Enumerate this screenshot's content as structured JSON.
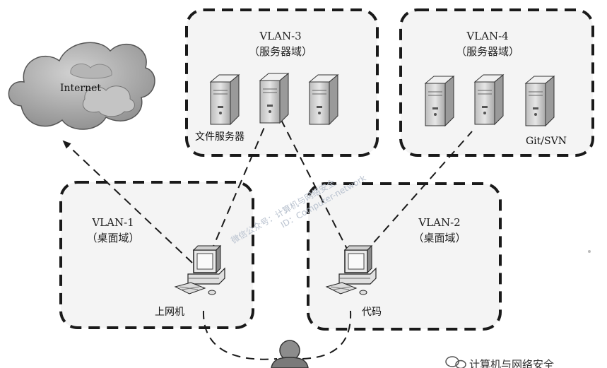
{
  "zones": {
    "vlan3": {
      "title": "VLAN-3",
      "subtitle": "（服务器域）"
    },
    "vlan4": {
      "title": "VLAN-4",
      "subtitle": "（服务器域）"
    },
    "vlan1": {
      "title": "VLAN-1",
      "subtitle": "（桌面域）"
    },
    "vlan2": {
      "title": "VLAN-2",
      "subtitle": "（桌面域）"
    }
  },
  "nodes": {
    "internet": "Internet",
    "file_server": "文件服务器",
    "git_svn": "Git/SVN",
    "internet_pc": "上网机",
    "code_pc": "代码"
  },
  "watermark": {
    "line1": "微信公众号：计算机与网络安全",
    "line2": "ID：Computer-network"
  },
  "footer": {
    "brand": "计算机与网络安全"
  },
  "icons": {
    "cloud": "cloud-icon",
    "server": "server-icon",
    "pc": "desktop-computer-icon",
    "person": "person-icon",
    "wechat": "wechat-icon"
  },
  "colors": {
    "zone_fill": "#f4f4f4",
    "line": "#1a1a1a",
    "cloud": "#a9a9a9",
    "server": "#d9d9d9",
    "watermark": "#b9c2cf"
  }
}
